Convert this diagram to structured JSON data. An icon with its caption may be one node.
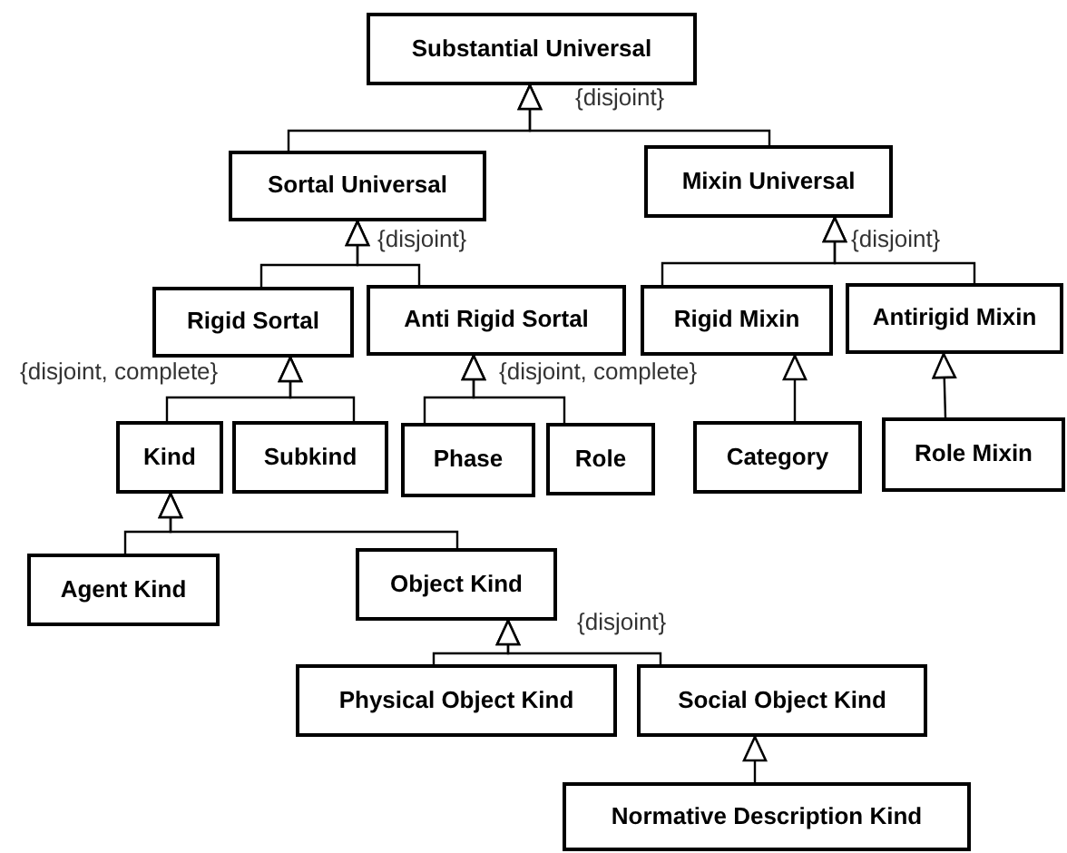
{
  "diagram": {
    "nodes": [
      {
        "text": [
          "Substantial Universal"
        ]
      },
      {
        "text": [
          "Sortal Universal"
        ]
      },
      {
        "text": [
          "Mixin Universal"
        ]
      },
      {
        "text": [
          "Rigid Sortal"
        ]
      },
      {
        "text": [
          "Anti Rigid Sortal"
        ]
      },
      {
        "text": [
          "Rigid Mixin"
        ]
      },
      {
        "text": [
          "Antirigid Mixin"
        ]
      },
      {
        "text": [
          "Kind"
        ]
      },
      {
        "text": [
          "Subkind"
        ]
      },
      {
        "text": [
          "Phase"
        ]
      },
      {
        "text": [
          "Role"
        ]
      },
      {
        "text": [
          "Category"
        ]
      },
      {
        "text": [
          "Role Mixin"
        ]
      },
      {
        "text": [
          "Agent Kind"
        ]
      },
      {
        "text": [
          "Object Kind"
        ]
      },
      {
        "text": [
          "Physical Object Kind"
        ]
      },
      {
        "text": [
          "Social Object Kind"
        ]
      },
      {
        "text": [
          "Normative Description Kind"
        ]
      }
    ],
    "edges": [
      {
        "from": 1,
        "to": 0,
        "arrow": "to"
      },
      {
        "from": 2,
        "to": 0,
        "arrow": "to"
      },
      {
        "from": 3,
        "to": 1,
        "arrow": "to"
      },
      {
        "from": 4,
        "to": 1,
        "arrow": "to"
      },
      {
        "from": 5,
        "to": 2,
        "arrow": "to"
      },
      {
        "from": 6,
        "to": 2,
        "arrow": "to"
      },
      {
        "from": 7,
        "to": 3,
        "arrow": "to"
      },
      {
        "from": 8,
        "to": 3,
        "arrow": "to"
      },
      {
        "from": 9,
        "to": 4,
        "arrow": "to"
      },
      {
        "from": 10,
        "to": 4,
        "arrow": "to"
      },
      {
        "from": 11,
        "to": 5,
        "arrow": "to"
      },
      {
        "from": 12,
        "to": 6,
        "arrow": "to"
      },
      {
        "from": 13,
        "to": 7,
        "arrow": "to"
      },
      {
        "from": 14,
        "to": 7,
        "arrow": "to"
      },
      {
        "from": 15,
        "to": 14,
        "arrow": "to"
      },
      {
        "from": 16,
        "to": 14,
        "arrow": "to"
      },
      {
        "from": 17,
        "to": 16,
        "arrow": "to"
      }
    ],
    "labels": [
      "{disjoint}",
      "{disjoint}",
      "{disjoint}",
      "{disjoint, complete}",
      "{disjoint, complete}",
      "{disjoint}"
    ]
  }
}
